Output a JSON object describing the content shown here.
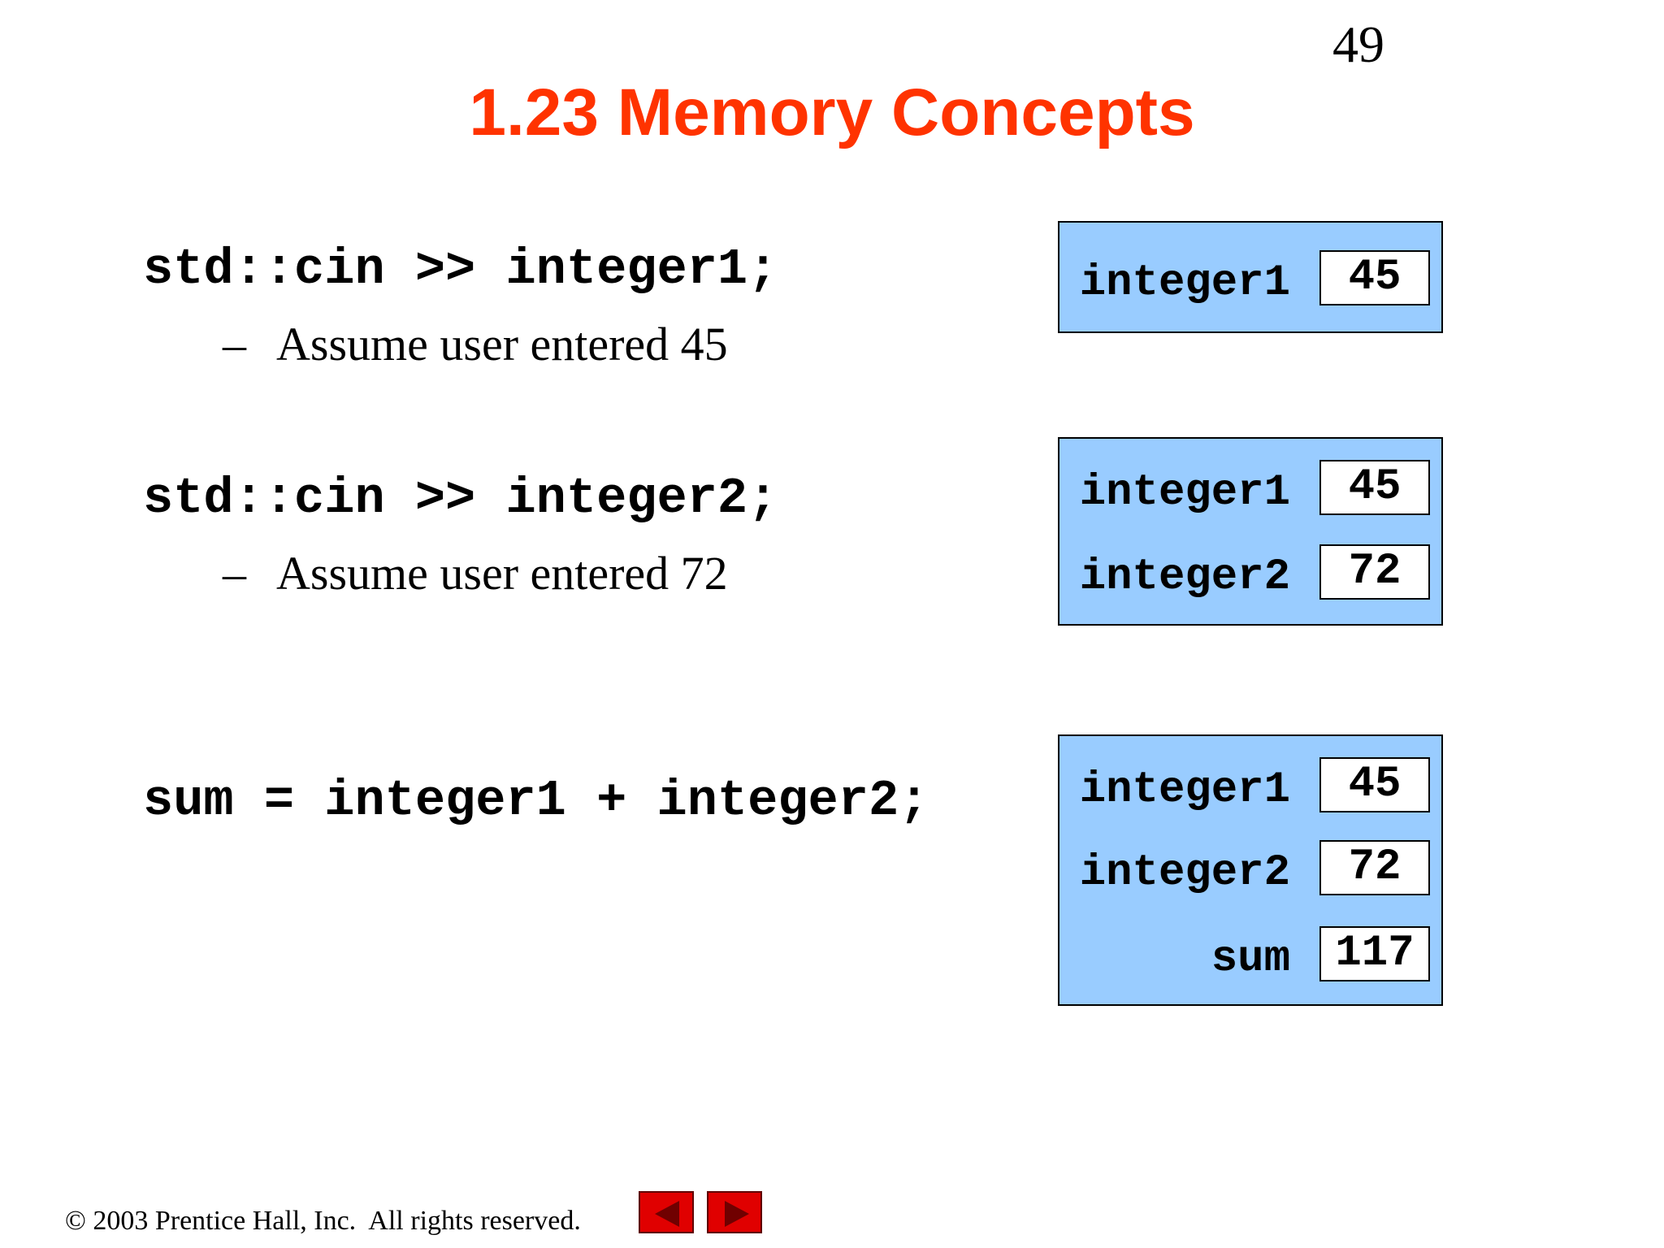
{
  "page_number": "49",
  "title": "1.23 Memory Concepts",
  "steps": [
    {
      "code": "std::cin >> integer1;",
      "note": "Assume user entered 45"
    },
    {
      "code": "std::cin >> integer2;",
      "note": "Assume user entered 72"
    },
    {
      "code": "sum = integer1 + integer2;"
    }
  ],
  "memory": [
    {
      "vars": [
        {
          "name": "integer1",
          "value": "45"
        }
      ]
    },
    {
      "vars": [
        {
          "name": "integer1",
          "value": "45"
        },
        {
          "name": "integer2",
          "value": "72"
        }
      ]
    },
    {
      "vars": [
        {
          "name": "integer1",
          "value": "45"
        },
        {
          "name": "integer2",
          "value": "72"
        },
        {
          "name": "sum",
          "value": "117"
        }
      ]
    }
  ],
  "colors": {
    "title": "#ff3300",
    "memory_box": "#99ccff",
    "nav_button": "#e00000"
  },
  "footer": {
    "copyright": "© 2003 Prentice Hall, Inc.  All rights reserved.",
    "prev_icon": "triangle-left-icon",
    "next_icon": "triangle-right-icon"
  }
}
